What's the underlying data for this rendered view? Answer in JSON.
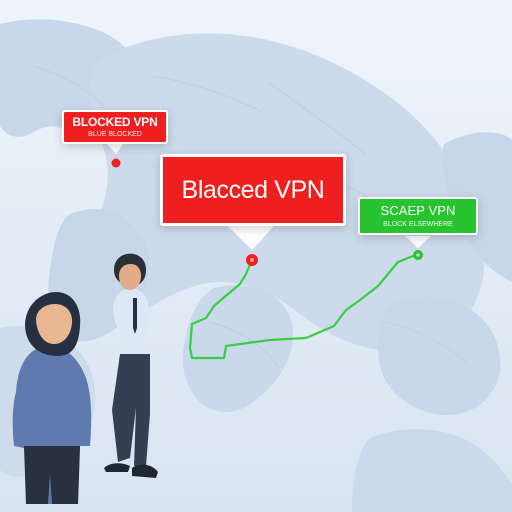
{
  "labels": {
    "blocked_small": {
      "title": "BLOCKED VPN",
      "subtitle": "BLUE BLOCKED"
    },
    "blocked_large": {
      "title": "Blacced VPN"
    },
    "scape": {
      "title": "SCAEP VPN",
      "subtitle": "BLOCK ELSEWHERE"
    }
  },
  "colors": {
    "background": "#e7eef8",
    "map": "#c9d8ea",
    "blocked": "#ef1f1f",
    "scape": "#27c42f",
    "route": "#34d13f"
  },
  "icons": {
    "pin_blocked": "red-location-pin-icon",
    "pin_scape": "green-location-pin-icon"
  }
}
